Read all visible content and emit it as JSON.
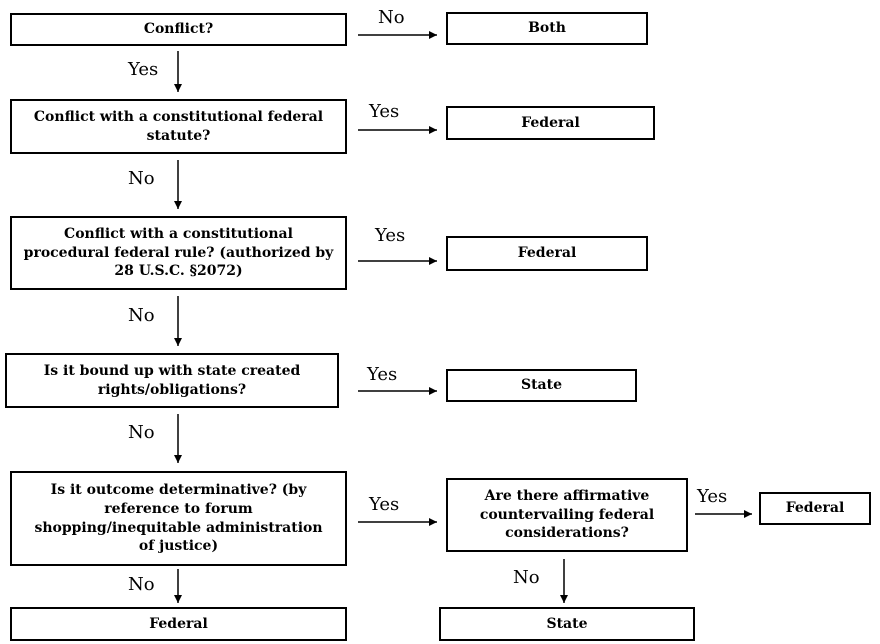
{
  "nodes": {
    "q_conflict": "Conflict?",
    "r_both": "Both",
    "q_fed_statute": "Conflict with a constitutional federal statute?",
    "r_federal_statute": "Federal",
    "q_fed_rule": "Conflict with a constitutional procedural federal rule? (authorized by 28 U.S.C. §2072)",
    "r_federal_rule": "Federal",
    "q_state_rights": "Is it bound up with state created rights/obligations?",
    "r_state_rights": "State",
    "q_outcome": "Is it outcome determinative? (by reference to forum shopping/inequitable administration of justice)",
    "q_countervailing": "Are there affirmative countervailing federal considerations?",
    "r_federal_countervailing": "Federal",
    "r_federal_outcome": "Federal",
    "r_state_countervailing": "State"
  },
  "edges": {
    "conflict_no": "No",
    "conflict_yes": "Yes",
    "statute_yes": "Yes",
    "statute_no": "No",
    "rule_yes": "Yes",
    "rule_no": "No",
    "state_yes": "Yes",
    "state_no": "No",
    "outcome_yes": "Yes",
    "outcome_no": "No",
    "countervailing_yes": "Yes",
    "countervailing_no": "No"
  }
}
